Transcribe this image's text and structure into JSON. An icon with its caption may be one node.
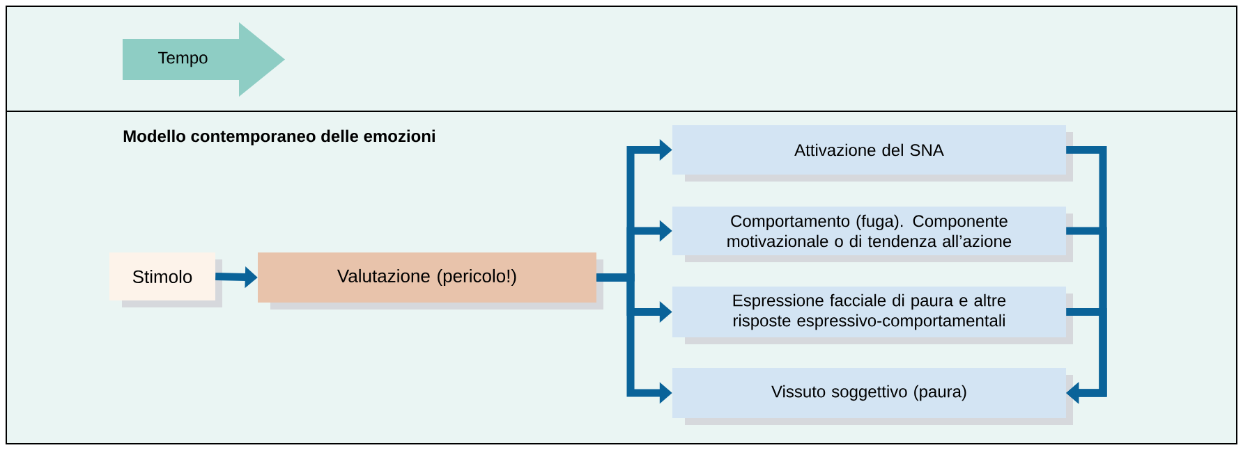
{
  "diagram": {
    "title": "Modello contemporaneo delle emozioni",
    "nodes": [
      {
        "text": [
          "Tempo"
        ]
      },
      {
        "text": [
          "Stimolo"
        ]
      },
      {
        "text": [
          "Valutazione (pericolo!)"
        ]
      },
      {
        "text": [
          "Attivazione del SNA"
        ]
      },
      {
        "text": [
          "Comportamento (fuga). Componente motivazionale o di tendenza all’azione"
        ]
      },
      {
        "text": [
          "Espressione facciale di paura e altre risposte espressivo-comportamentali"
        ]
      },
      {
        "text": [
          "Vissuto soggettivo (paura)"
        ]
      }
    ],
    "edges": [
      {
        "from": 1,
        "to": 2,
        "arrow": "to"
      },
      {
        "from": 2,
        "to": 3,
        "arrow": "to"
      },
      {
        "from": 2,
        "to": 4,
        "arrow": "to"
      },
      {
        "from": 2,
        "to": 5,
        "arrow": "to"
      },
      {
        "from": 2,
        "to": 6,
        "arrow": "to"
      },
      {
        "from": 3,
        "to": 6,
        "arrow": "to"
      },
      {
        "from": 4,
        "to": 6,
        "arrow": "to"
      },
      {
        "from": 5,
        "to": 6,
        "arrow": "to"
      }
    ]
  }
}
